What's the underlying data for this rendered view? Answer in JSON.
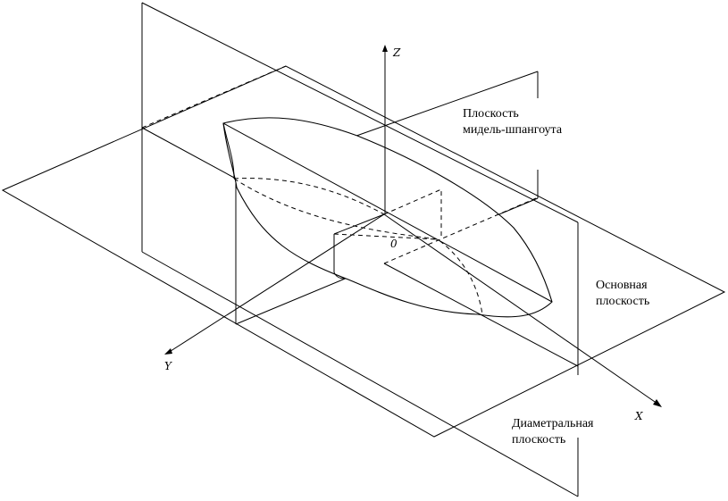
{
  "axes": {
    "x": "X",
    "y": "Y",
    "z": "Z",
    "origin": "0"
  },
  "labels": {
    "midship_plane": [
      "Плоскость",
      "мидель-шпангоута"
    ],
    "base_plane": [
      "Основная",
      "плоскость"
    ],
    "center_plane": [
      "Диаметральная",
      "плоскость"
    ]
  }
}
